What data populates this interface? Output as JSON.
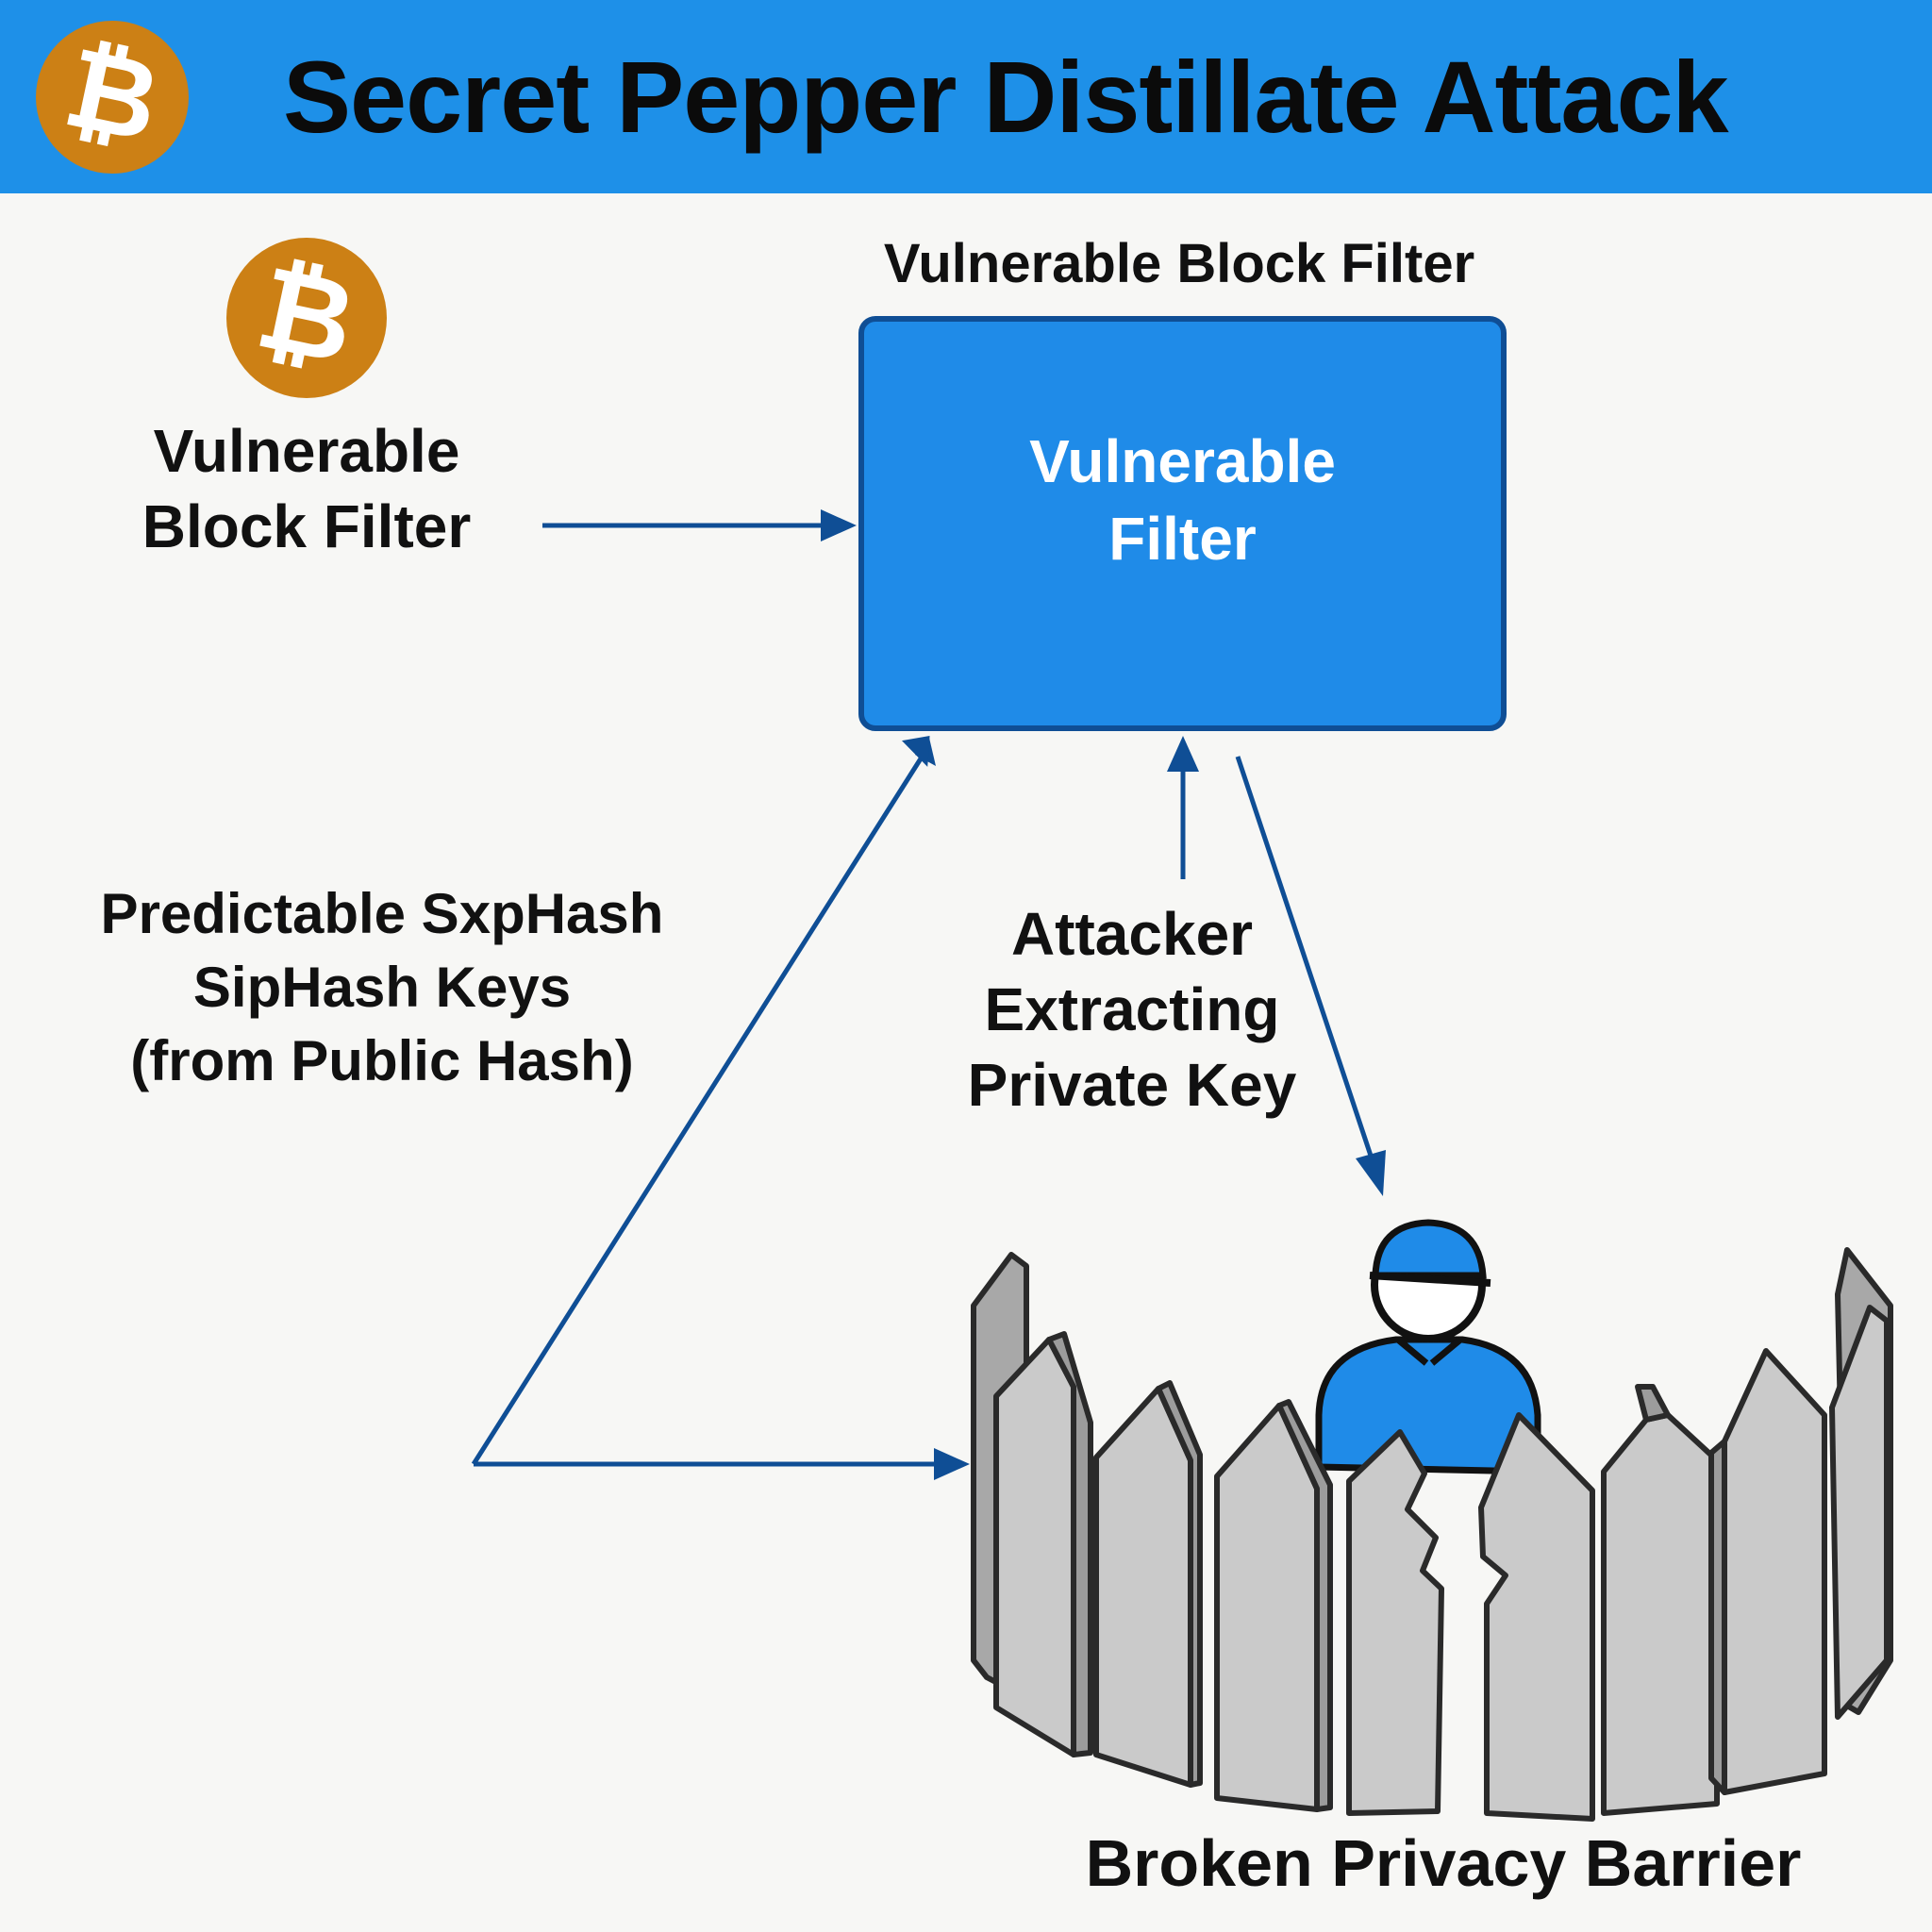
{
  "header": {
    "title": "Secret Pepper Distillate Attack",
    "logo_icon": "bitcoin-icon"
  },
  "diagram": {
    "filter_caption": "Vulnerable Block Filter",
    "filter_box_lines": [
      "Vulnerable",
      "Filter"
    ],
    "left_node_lines": [
      "Vulnerable",
      "Block Filter"
    ],
    "predictable_lines": [
      "Predictable SxpHash",
      "SipHash Keys",
      "(from Public Hash)"
    ],
    "attacker_lines": [
      "Attacker",
      "Extracting",
      "Private Key"
    ],
    "barrier_label": "Broken Privacy Barrier",
    "side_icon": "bitcoin-icon"
  },
  "colors": {
    "header_bg": "#1e90e8",
    "bitcoin": "#cc8015",
    "box_fill": "#1f8be8",
    "arrow": "#0f4e95",
    "fence": "#c9c9c9"
  }
}
